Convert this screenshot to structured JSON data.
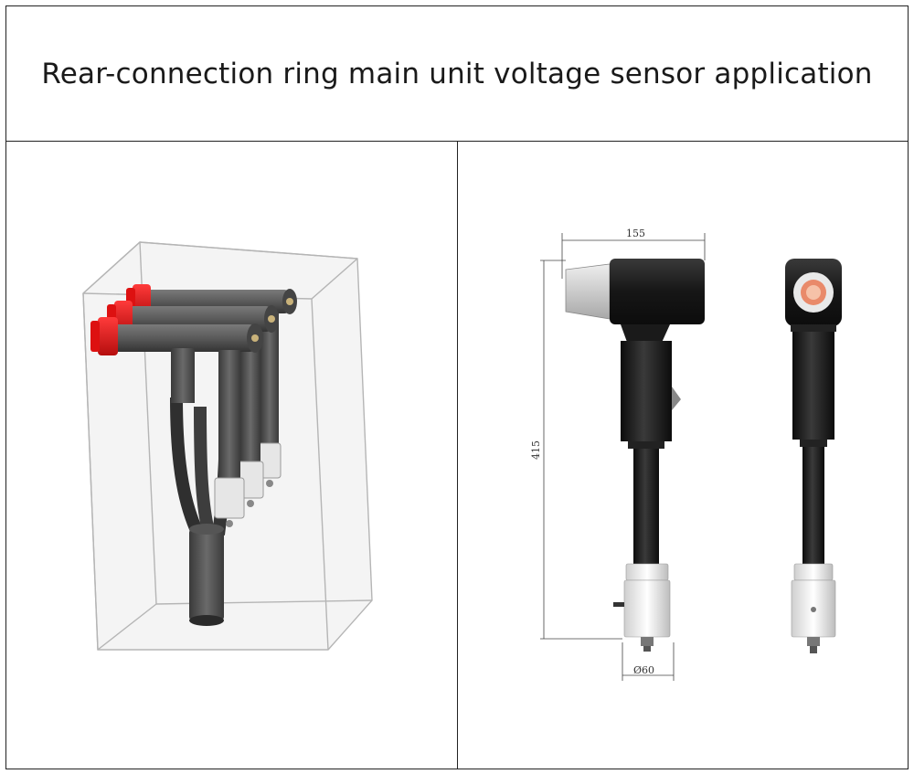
{
  "title": "Rear-connection ring main unit voltage sensor application",
  "drawing": {
    "width_label": "155",
    "height_label": "415",
    "diameter_label": "Ø60"
  },
  "colors": {
    "terminal_red": "#e01a1a",
    "body_black": "#141414",
    "body_grey": "#595959",
    "box_outline": "#b0b0b0"
  }
}
